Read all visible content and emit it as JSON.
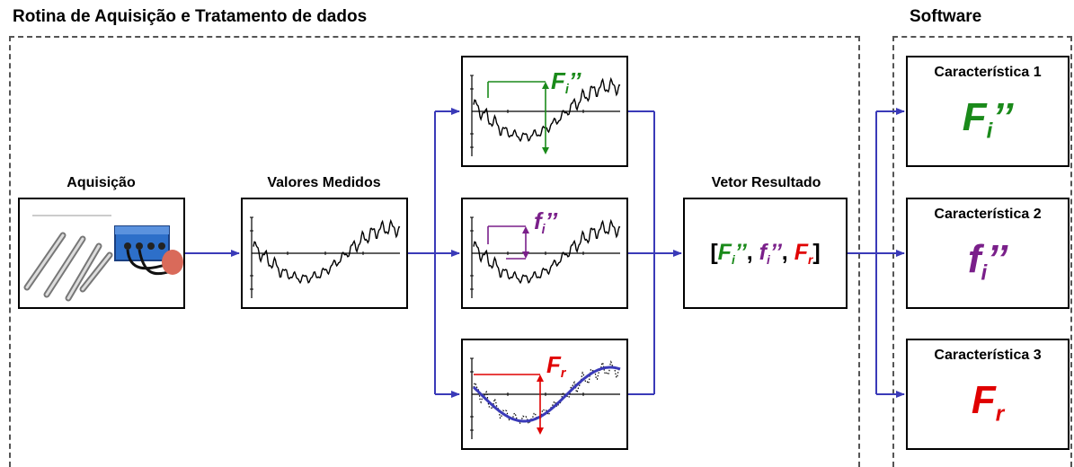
{
  "titles": {
    "routine": "Rotina de Aquisição e Tratamento de dados",
    "software": "Software"
  },
  "stages": {
    "acquisition": "Aquisição",
    "measured": "Valores Medidos",
    "result": "Vetor Resultado"
  },
  "features": [
    {
      "title": "Característica 1",
      "symbol": "F",
      "sub": "i",
      "prime": "’’",
      "color": "#1a8a1a"
    },
    {
      "title": "Característica 2",
      "symbol": "f",
      "sub": "i",
      "prime": "’’",
      "color": "#7a1f8a"
    },
    {
      "title": "Característica 3",
      "symbol": "F",
      "sub": "r",
      "prime": "",
      "color": "#e00000"
    }
  ],
  "result_vector": {
    "open": "[",
    "sep": ", ",
    "close": "]"
  },
  "colors": {
    "arrow": "#3a3ab8",
    "fit_curve": "#3a3ab8"
  }
}
